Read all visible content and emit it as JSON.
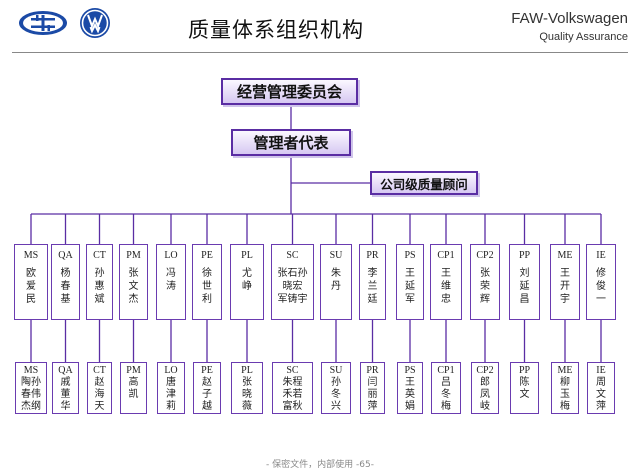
{
  "header": {
    "title": "质量体系组织机构",
    "brand_line1": "FAW-Volkswagen",
    "brand_line2": "Quality Assurance"
  },
  "colors": {
    "line": "#5a2da3",
    "box_border": "#6a3bb0"
  },
  "top": {
    "committee": "经营管理委员会",
    "management_rep": "管理者代表",
    "consultant": "公司级质量顾问"
  },
  "departments": [
    {
      "code": "MS",
      "name": "欧\n爱\n民",
      "manager_code": "MS",
      "manager": "陶孙\n春伟\n杰纲"
    },
    {
      "code": "QA",
      "name": "杨\n春\n基",
      "manager_code": "QA",
      "manager": "戚\n董\n华"
    },
    {
      "code": "CT",
      "name": "孙\n惠\n斌",
      "manager_code": "CT",
      "manager": "赵\n海\n天"
    },
    {
      "code": "PM",
      "name": "张\n文\n杰",
      "manager_code": "PM",
      "manager": "高\n凯"
    },
    {
      "code": "LO",
      "name": "冯\n涛",
      "manager_code": "LO",
      "manager": "唐\n津\n莉"
    },
    {
      "code": "PE",
      "name": "徐\n世\n利",
      "manager_code": "PE",
      "manager": "赵\n子\n越"
    },
    {
      "code": "PL",
      "name": "尤\n峥",
      "manager_code": "PL",
      "manager": "张\n晓\n薇"
    },
    {
      "code": "SC",
      "name": "张石孙\n晓宏\n军铸宇",
      "manager_code": "SC",
      "manager": "朱程\n禾若\n富秋"
    },
    {
      "code": "SU",
      "name": "朱\n丹",
      "manager_code": "SU",
      "manager": "孙\n冬\n兴"
    },
    {
      "code": "PR",
      "name": "李\n兰\n廷",
      "manager_code": "PR",
      "manager": "闫\n丽\n萍"
    },
    {
      "code": "PS",
      "name": "王\n延\n军",
      "manager_code": "PS",
      "manager": "王\n英\n娟"
    },
    {
      "code": "CP1",
      "name": "王\n维\n忠",
      "manager_code": "CP1",
      "manager": "吕\n冬\n梅"
    },
    {
      "code": "CP2",
      "name": "张\n荣\n辉",
      "manager_code": "CP2",
      "manager": "郎\n凤\n岐"
    },
    {
      "code": "PP",
      "name": "刘\n延\n昌",
      "manager_code": "PP",
      "manager": "陈\n文"
    },
    {
      "code": "ME",
      "name": "王\n开\n宇",
      "manager_code": "ME",
      "manager": "柳\n玉\n梅"
    },
    {
      "code": "IE",
      "name": "修\n俊\n一",
      "manager_code": "IE",
      "manager": "周\n文\n萍"
    }
  ],
  "footer": "- 保密文件，内部使用 -65-"
}
